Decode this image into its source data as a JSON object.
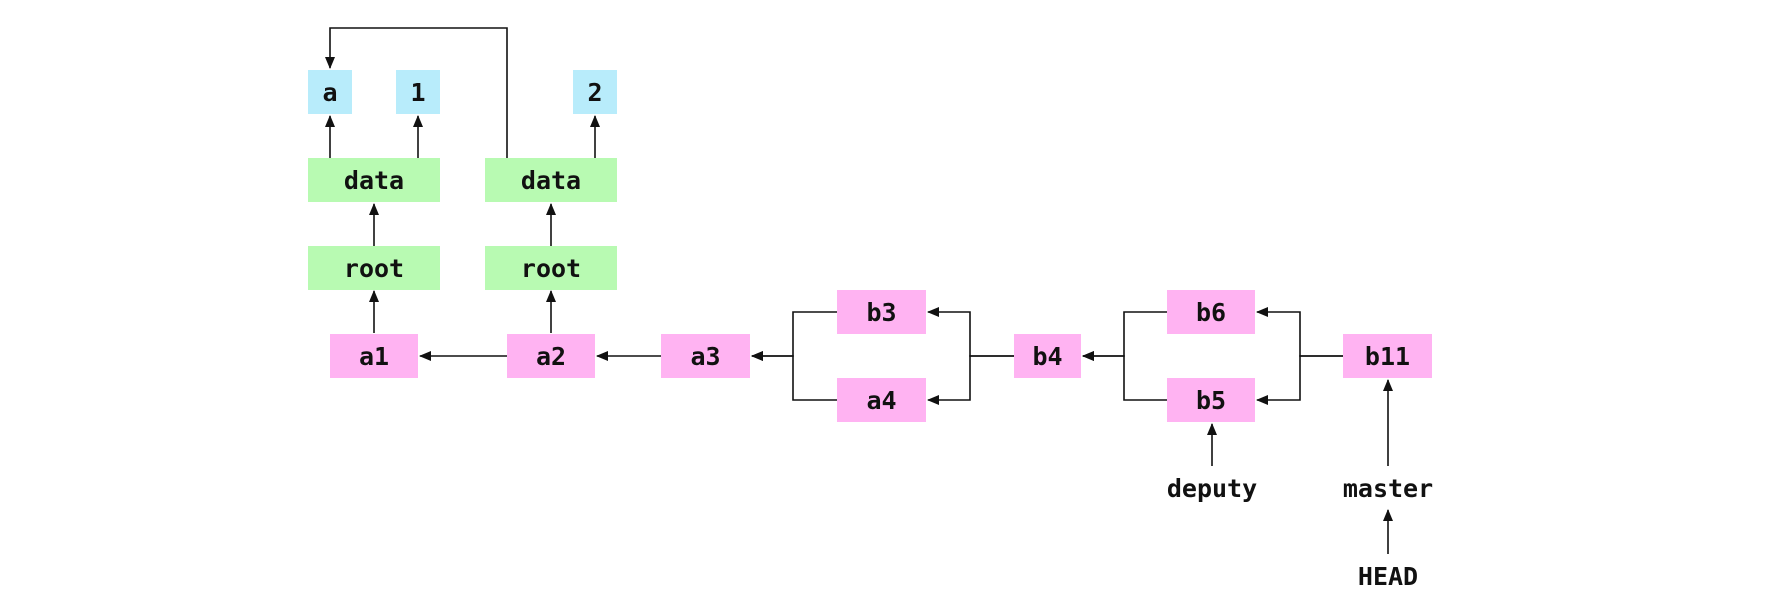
{
  "diagram": {
    "nodes": {
      "blob_a": {
        "label": "a",
        "kind": "blob"
      },
      "blob_1": {
        "label": "1",
        "kind": "blob"
      },
      "blob_2": {
        "label": "2",
        "kind": "blob"
      },
      "data1": {
        "label": "data",
        "kind": "tree"
      },
      "data2": {
        "label": "data",
        "kind": "tree"
      },
      "root1": {
        "label": "root",
        "kind": "tree"
      },
      "root2": {
        "label": "root",
        "kind": "tree"
      },
      "a1": {
        "label": "a1",
        "kind": "commit"
      },
      "a2": {
        "label": "a2",
        "kind": "commit"
      },
      "a3": {
        "label": "a3",
        "kind": "commit"
      },
      "b3": {
        "label": "b3",
        "kind": "commit"
      },
      "a4": {
        "label": "a4",
        "kind": "commit"
      },
      "b4": {
        "label": "b4",
        "kind": "commit"
      },
      "b6": {
        "label": "b6",
        "kind": "commit"
      },
      "b5": {
        "label": "b5",
        "kind": "commit"
      },
      "b11": {
        "label": "b11",
        "kind": "commit"
      },
      "deputy": {
        "label": "deputy",
        "kind": "ref"
      },
      "master": {
        "label": "master",
        "kind": "ref"
      },
      "head": {
        "label": "HEAD",
        "kind": "ref"
      }
    },
    "edges": [
      [
        "data1",
        "blob_a"
      ],
      [
        "data1",
        "blob_1"
      ],
      [
        "data2",
        "blob_a"
      ],
      [
        "data2",
        "blob_2"
      ],
      [
        "root1",
        "data1"
      ],
      [
        "root2",
        "data2"
      ],
      [
        "a1",
        "root1"
      ],
      [
        "a2",
        "root2"
      ],
      [
        "a2",
        "a1"
      ],
      [
        "a3",
        "a2"
      ],
      [
        "b3",
        "a3"
      ],
      [
        "a4",
        "a3"
      ],
      [
        "b4",
        "b3"
      ],
      [
        "b4",
        "a4"
      ],
      [
        "b6",
        "b4"
      ],
      [
        "b5",
        "b4"
      ],
      [
        "b11",
        "b6"
      ],
      [
        "b11",
        "b5"
      ],
      [
        "deputy",
        "b5"
      ],
      [
        "master",
        "b11"
      ],
      [
        "head",
        "master"
      ]
    ],
    "colors": {
      "commit": "#ffb3f2",
      "tree": "#b8fab2",
      "blob": "#b8ecfb",
      "line": "#111111"
    }
  }
}
